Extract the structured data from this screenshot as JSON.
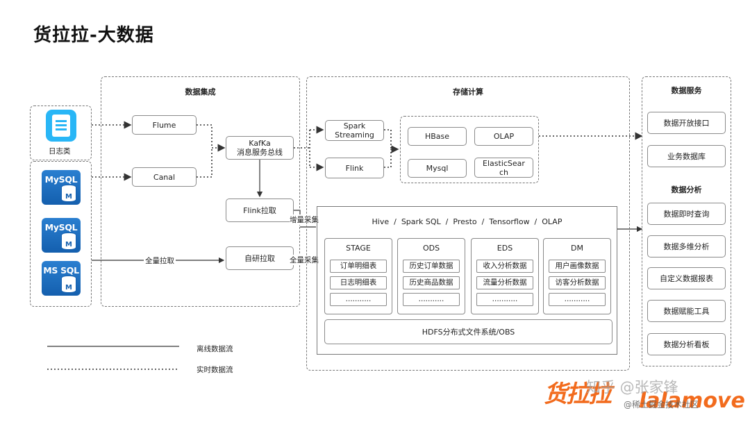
{
  "title": "货拉拉-大数据",
  "sources": {
    "log_label": "日志类",
    "mysql1": "MySQL",
    "mysql1_m": "M",
    "mysql2": "MySQL",
    "mysql2_m": "M",
    "mssql": "MS SQL",
    "mssql_m": "M"
  },
  "integration": {
    "title": "数据集成",
    "flume": "Flume",
    "canal": "Canal",
    "kafka_line1": "KafKa",
    "kafka_line2": "消息服务总线",
    "flink_pull": "Flink拉取",
    "self_pull": "自研拉取",
    "full_pull_label": "全量拉取",
    "incr_collect": "增量采集",
    "full_collect": "全量采集"
  },
  "storage": {
    "title": "存储计算",
    "spark_line1": "Spark",
    "spark_line2": "Streaming",
    "flink": "Flink",
    "stores": [
      "HBase",
      "OLAP",
      "Mysql",
      "ElasticSearch"
    ],
    "engine": "Hive  /  Spark SQL  /  Presto  /  Tensorflow  /  OLAP",
    "layers": [
      {
        "name": "STAGE",
        "items": [
          "订单明细表",
          "日志明细表",
          "..........."
        ]
      },
      {
        "name": "ODS",
        "items": [
          "历史订单数据",
          "历史商品数据",
          "..........."
        ]
      },
      {
        "name": "EDS",
        "items": [
          "收入分析数据",
          "流量分析数据",
          "..........."
        ]
      },
      {
        "name": "DM",
        "items": [
          "用户画像数据",
          "访客分析数据",
          "..........."
        ]
      }
    ],
    "hdfs": "HDFS分布式文件系统/OBS"
  },
  "services": {
    "title": "数据服务",
    "items": [
      "数据开放接口",
      "业务数据库"
    ],
    "analysis_title": "数据分析",
    "analysis_items": [
      "数据即时查询",
      "数据多维分析",
      "自定义数据报表",
      "数据赋能工具",
      "数据分析看板"
    ]
  },
  "legend": {
    "offline": "离线数据流",
    "realtime": "实时数据流"
  },
  "watermark": {
    "zhihu": "知乎 @张家锋",
    "juejin": "@稀土掘金技术社区",
    "logo_text": "货拉拉",
    "logo_en": "lalamove"
  },
  "colors": {
    "db_blue": "#1a6fc2",
    "log_cyan": "#29b6f6",
    "logo_orange": "#f26b1d"
  }
}
